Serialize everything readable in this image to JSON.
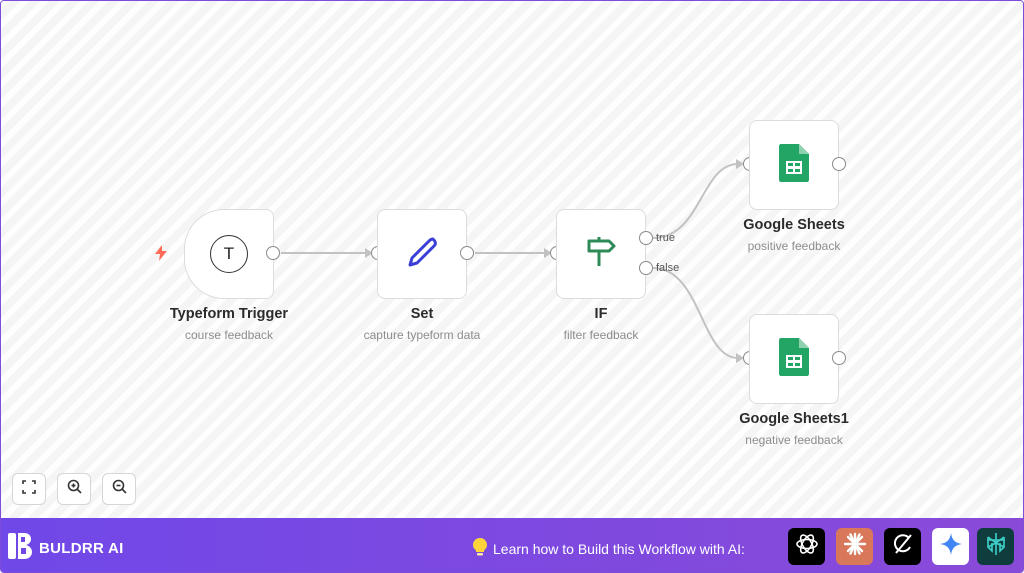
{
  "nodes": {
    "typeform": {
      "title": "Typeform Trigger",
      "subtitle": "course feedback",
      "icon_letter": "T"
    },
    "set": {
      "title": "Set",
      "subtitle": "capture typeform data"
    },
    "if": {
      "title": "IF",
      "subtitle": "filter feedback",
      "true_label": "true",
      "false_label": "false"
    },
    "sheets_positive": {
      "title": "Google Sheets",
      "subtitle": "positive feedback"
    },
    "sheets_negative": {
      "title": "Google Sheets1",
      "subtitle": "negative feedback"
    }
  },
  "controls": {
    "fit_view": "fit-view-icon",
    "zoom_in": "zoom-in-icon",
    "zoom_out": "zoom-out-icon"
  },
  "footer": {
    "brand_name": "BULDRR AI",
    "cta_text": "Learn how to Build this Workflow with AI:",
    "ai_tools": [
      "chatgpt-icon",
      "claude-icon",
      "grok-icon",
      "gemini-icon",
      "perplexity-icon"
    ]
  },
  "colors": {
    "accent_purple": "#7048e8",
    "trigger_bolt": "#ff6d5a",
    "set_pen": "#3b3fd8",
    "if_sign": "#2e8b57",
    "sheets_green": "#23a566"
  }
}
